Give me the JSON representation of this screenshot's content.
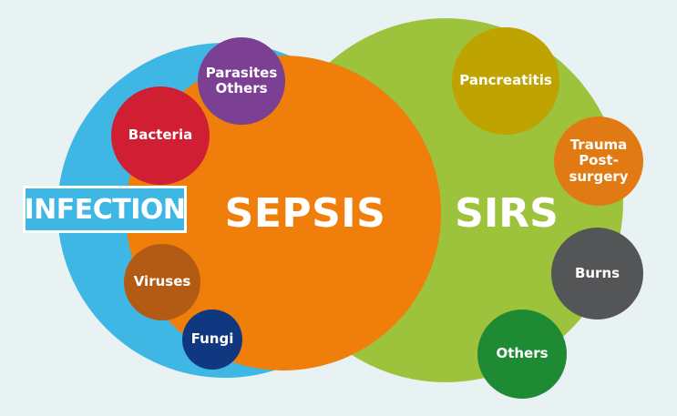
{
  "diagram": {
    "main": {
      "sepsis": "SEPSIS",
      "sirs": "SIRS",
      "infection": "INFECTION"
    },
    "infection_causes": [
      {
        "label": "Parasites\nOthers",
        "color": "#7b3f93"
      },
      {
        "label": "Bacteria",
        "color": "#d01e33"
      },
      {
        "label": "Viruses",
        "color": "#b35b14"
      },
      {
        "label": "Fungi",
        "color": "#0f3880"
      }
    ],
    "sirs_causes": [
      {
        "label": "Pancreatitis",
        "color": "#bfa300"
      },
      {
        "label": "Trauma\nPost-\nsurgery",
        "color": "#e27a14"
      },
      {
        "label": "Burns",
        "color": "#545557"
      },
      {
        "label": "Others",
        "color": "#1e8a33"
      }
    ],
    "colors": {
      "infection": "#3eb7e5",
      "sirs": "#9dc23b",
      "sepsis": "#ef7e0b",
      "background": "#e9f2f3"
    }
  }
}
